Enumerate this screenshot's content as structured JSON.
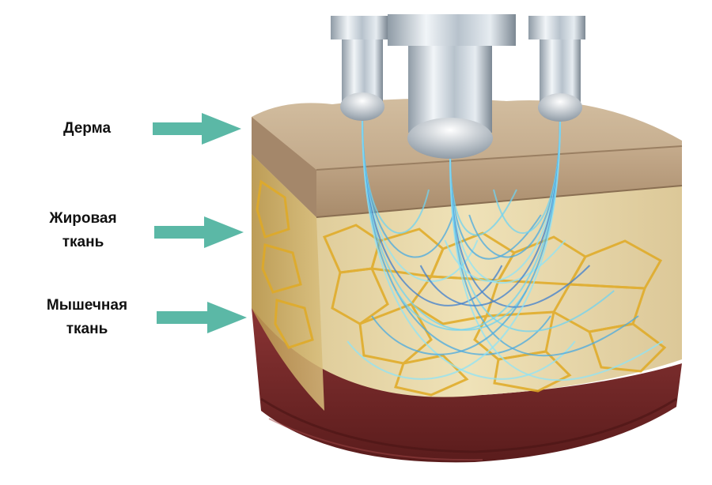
{
  "labels": {
    "dermis": "Дерма",
    "fat_line1": "Жировая",
    "fat_line2": "ткань",
    "muscle_line1": "Мышечная",
    "muscle_line2": "ткань"
  },
  "colors": {
    "arrow": "#5bb8a6",
    "dermis": "#bda488",
    "fat": "#e9d8a8",
    "fat_lines": "#e2b12a",
    "muscle": "#7a2a2a",
    "beam": "#6fd3f2",
    "probe": "#c9d3db"
  },
  "icons": [
    "arrow-right-icon",
    "ultrasound-probe-icon"
  ]
}
